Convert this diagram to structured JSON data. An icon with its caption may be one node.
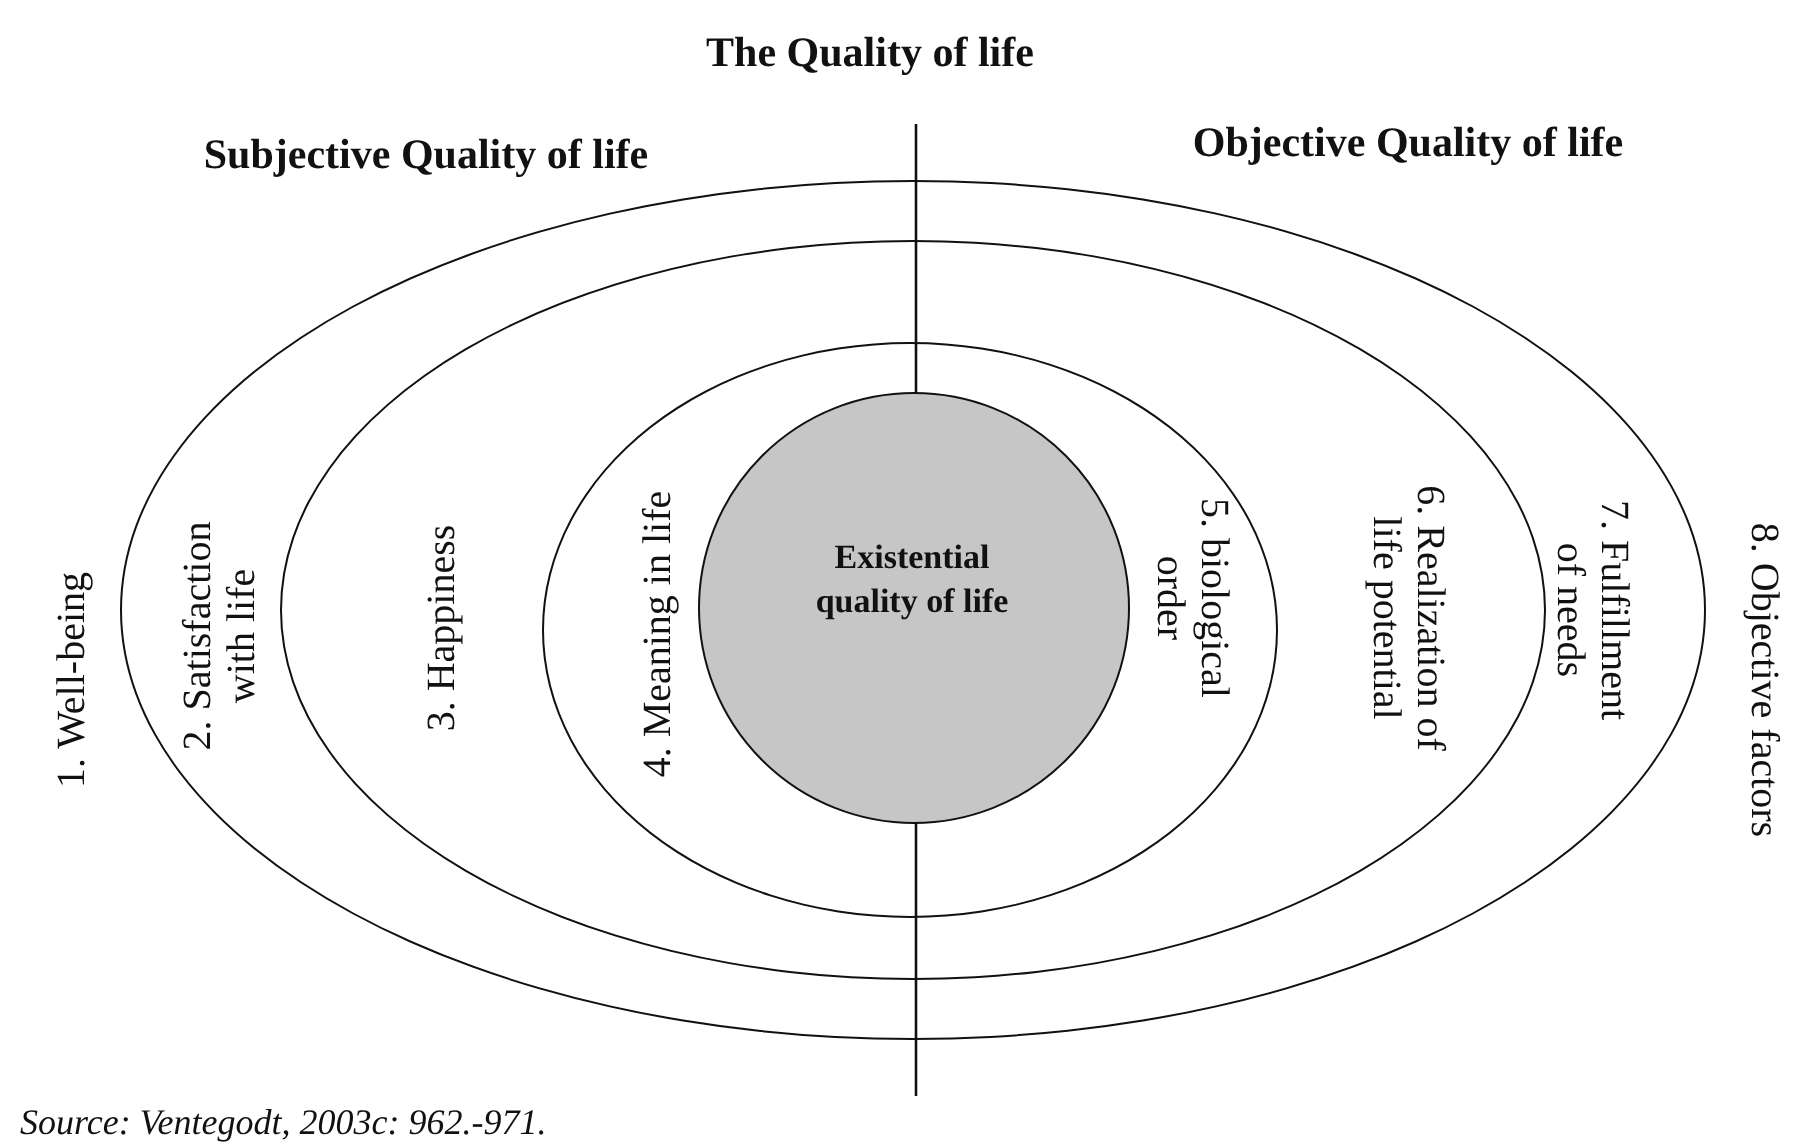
{
  "diagram": {
    "title": "The Quality of life",
    "caption": "Source: Ventegodt, 2003c: 962.-971.",
    "nodes": [
      {
        "text": [
          "2. Satisfaction with life",
          "7. Fulfillment of needs"
        ]
      },
      {
        "text": [
          "3. Happiness",
          "6. Realization of life potential"
        ],
        "in": 0
      },
      {
        "text": [
          "4. Meaning in life",
          "5. biological order"
        ],
        "in": 1
      },
      {
        "text": [
          "Existential quality of life"
        ],
        "in": 2
      }
    ],
    "labels": [
      "Subjective Quality of life",
      "Objective Quality of life",
      "1. Well-being",
      "8. Objective factors"
    ]
  }
}
